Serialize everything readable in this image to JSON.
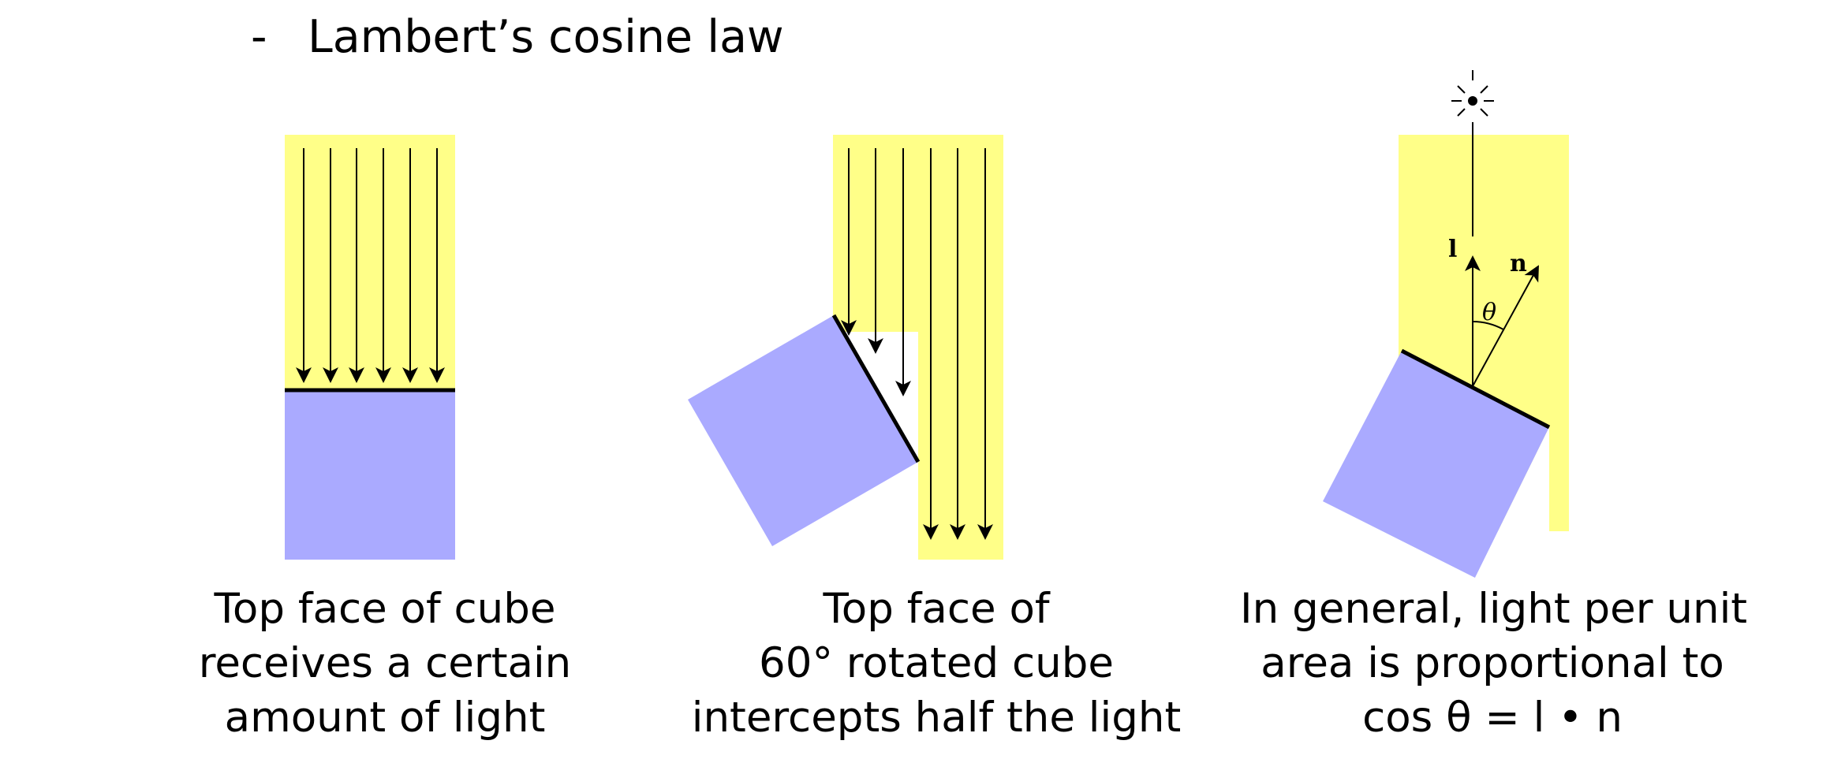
{
  "heading": {
    "bullet": "-",
    "title": "Lambert’s cosine law"
  },
  "symbols": {
    "light_vector": "l",
    "normal_vector": "n",
    "angle": "θ"
  },
  "colors": {
    "light_beam": "#ffff88",
    "cube": "#aaaaff",
    "ink": "#000000"
  },
  "panels": [
    {
      "caption": [
        "Top face of cube",
        "receives a certain",
        "amount of light"
      ]
    },
    {
      "caption": [
        "Top face of",
        "60° rotated cube",
        "intercepts half the light"
      ]
    },
    {
      "caption": [
        "In general, light per unit",
        "area is proportional to",
        "cos θ = l • n"
      ]
    }
  ]
}
